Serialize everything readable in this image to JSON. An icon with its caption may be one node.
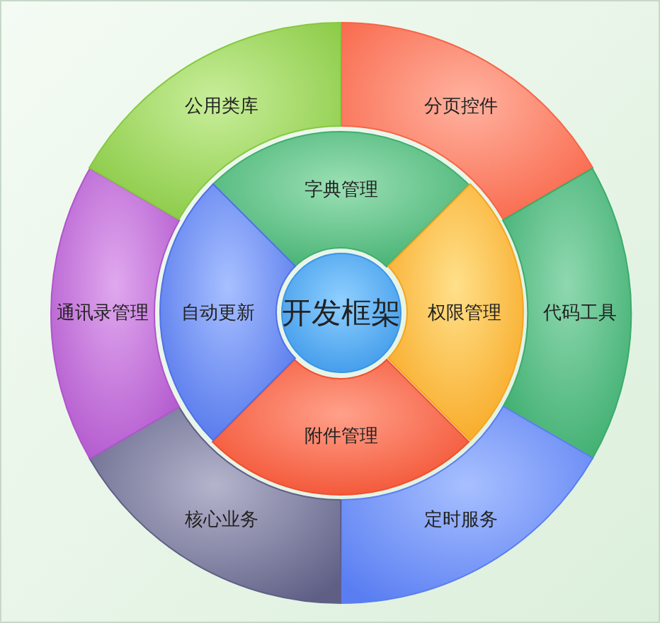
{
  "diagram": {
    "nodes": [
      {
        "text": [
          "开发框架"
        ]
      },
      {
        "text": [
          "字典管理"
        ]
      },
      {
        "text": [
          "权限管理"
        ]
      },
      {
        "text": [
          "附件管理"
        ]
      },
      {
        "text": [
          "自动更新"
        ]
      },
      {
        "text": [
          "分页控件"
        ]
      },
      {
        "text": [
          "代码工具"
        ]
      },
      {
        "text": [
          "定时服务"
        ]
      },
      {
        "text": [
          "核心业务"
        ]
      },
      {
        "text": [
          "通讯录管理"
        ]
      },
      {
        "text": [
          "公用类库"
        ]
      }
    ]
  }
}
